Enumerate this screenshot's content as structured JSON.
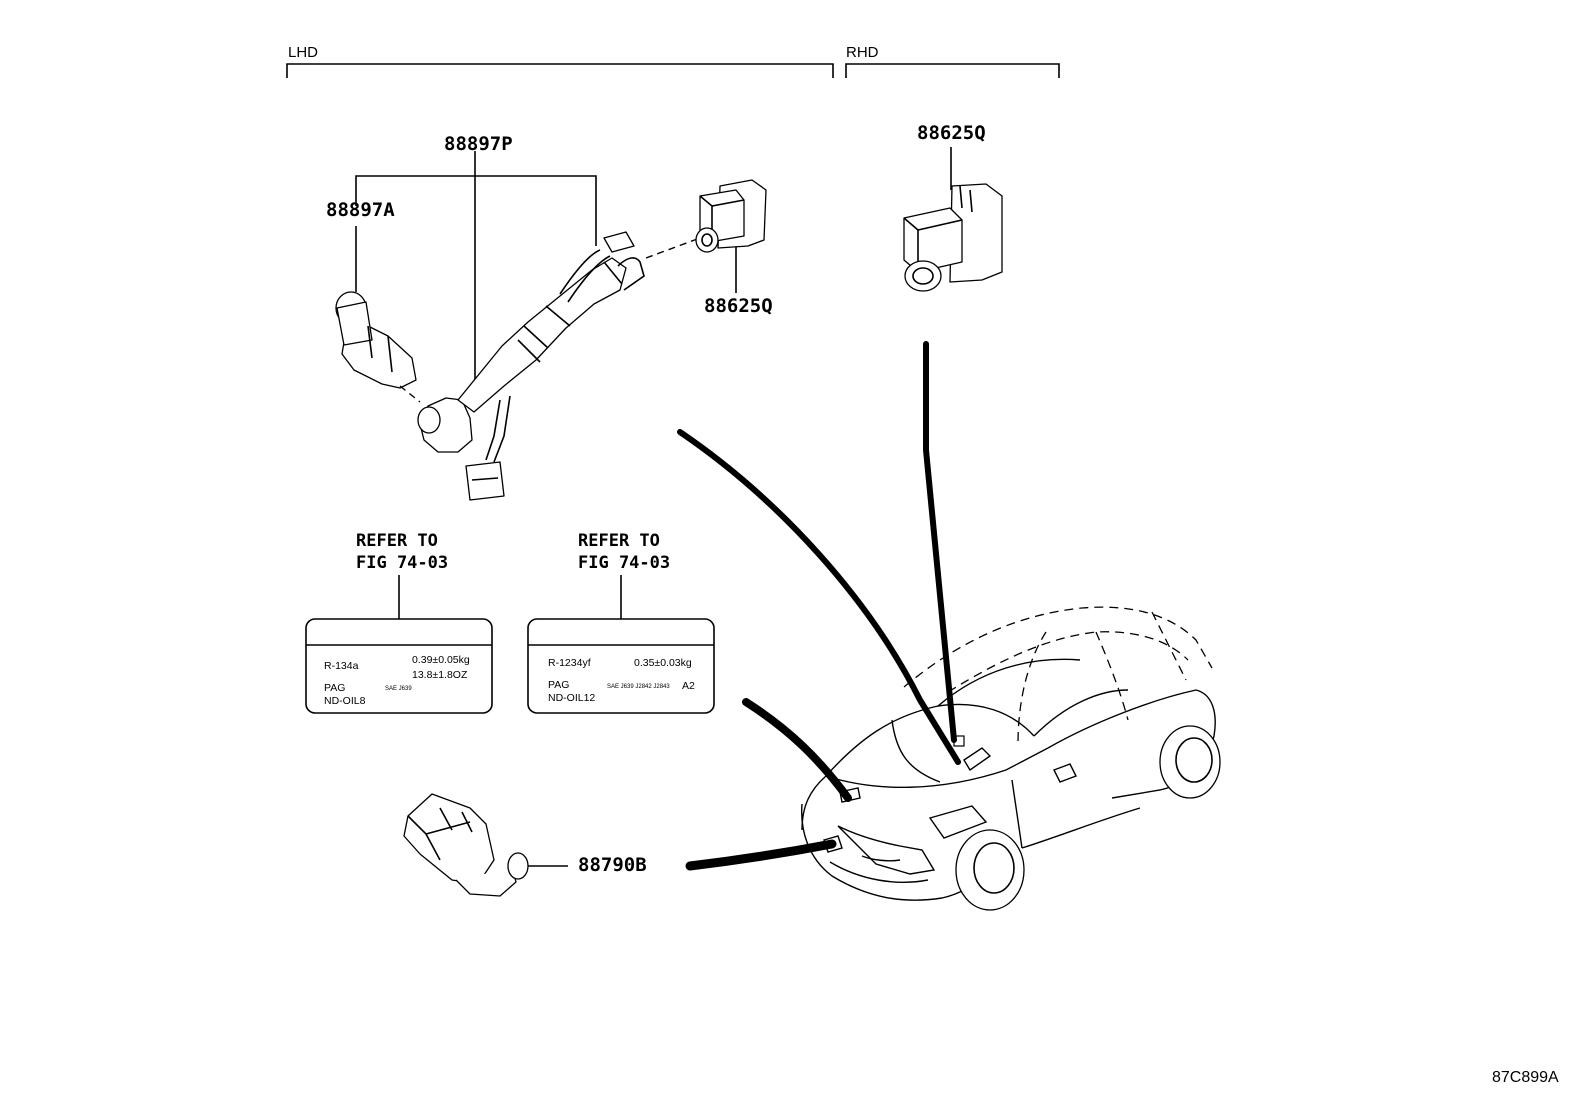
{
  "sections": {
    "lhd_label": "LHD",
    "rhd_label": "RHD"
  },
  "parts": {
    "harness": "88897P",
    "switch": "88897A",
    "sensor_lhd": "88625Q",
    "sensor_rhd": "88625Q",
    "horn_sensor": "88790B"
  },
  "labels": {
    "left": {
      "refer_line1": "REFER TO",
      "refer_line2": "FIG 74-03",
      "refrigerant": "R-134a",
      "amount_kg": "0.39±0.05kg",
      "amount_oz": "13.8±1.8OZ",
      "oil_type": "PAG",
      "oil_spec": "SAE J639",
      "oil_name": "ND-OIL8"
    },
    "right": {
      "refer_line1": "REFER TO",
      "refer_line2": "FIG 74-03",
      "refrigerant": "R-1234yf",
      "amount_kg": "0.35±0.03kg",
      "oil_type": "PAG",
      "oil_spec": "SAE J639 J2842 J2843",
      "oil_suffix": "A2",
      "oil_name": "ND-OIL12"
    }
  },
  "figure_code": "87C899A"
}
